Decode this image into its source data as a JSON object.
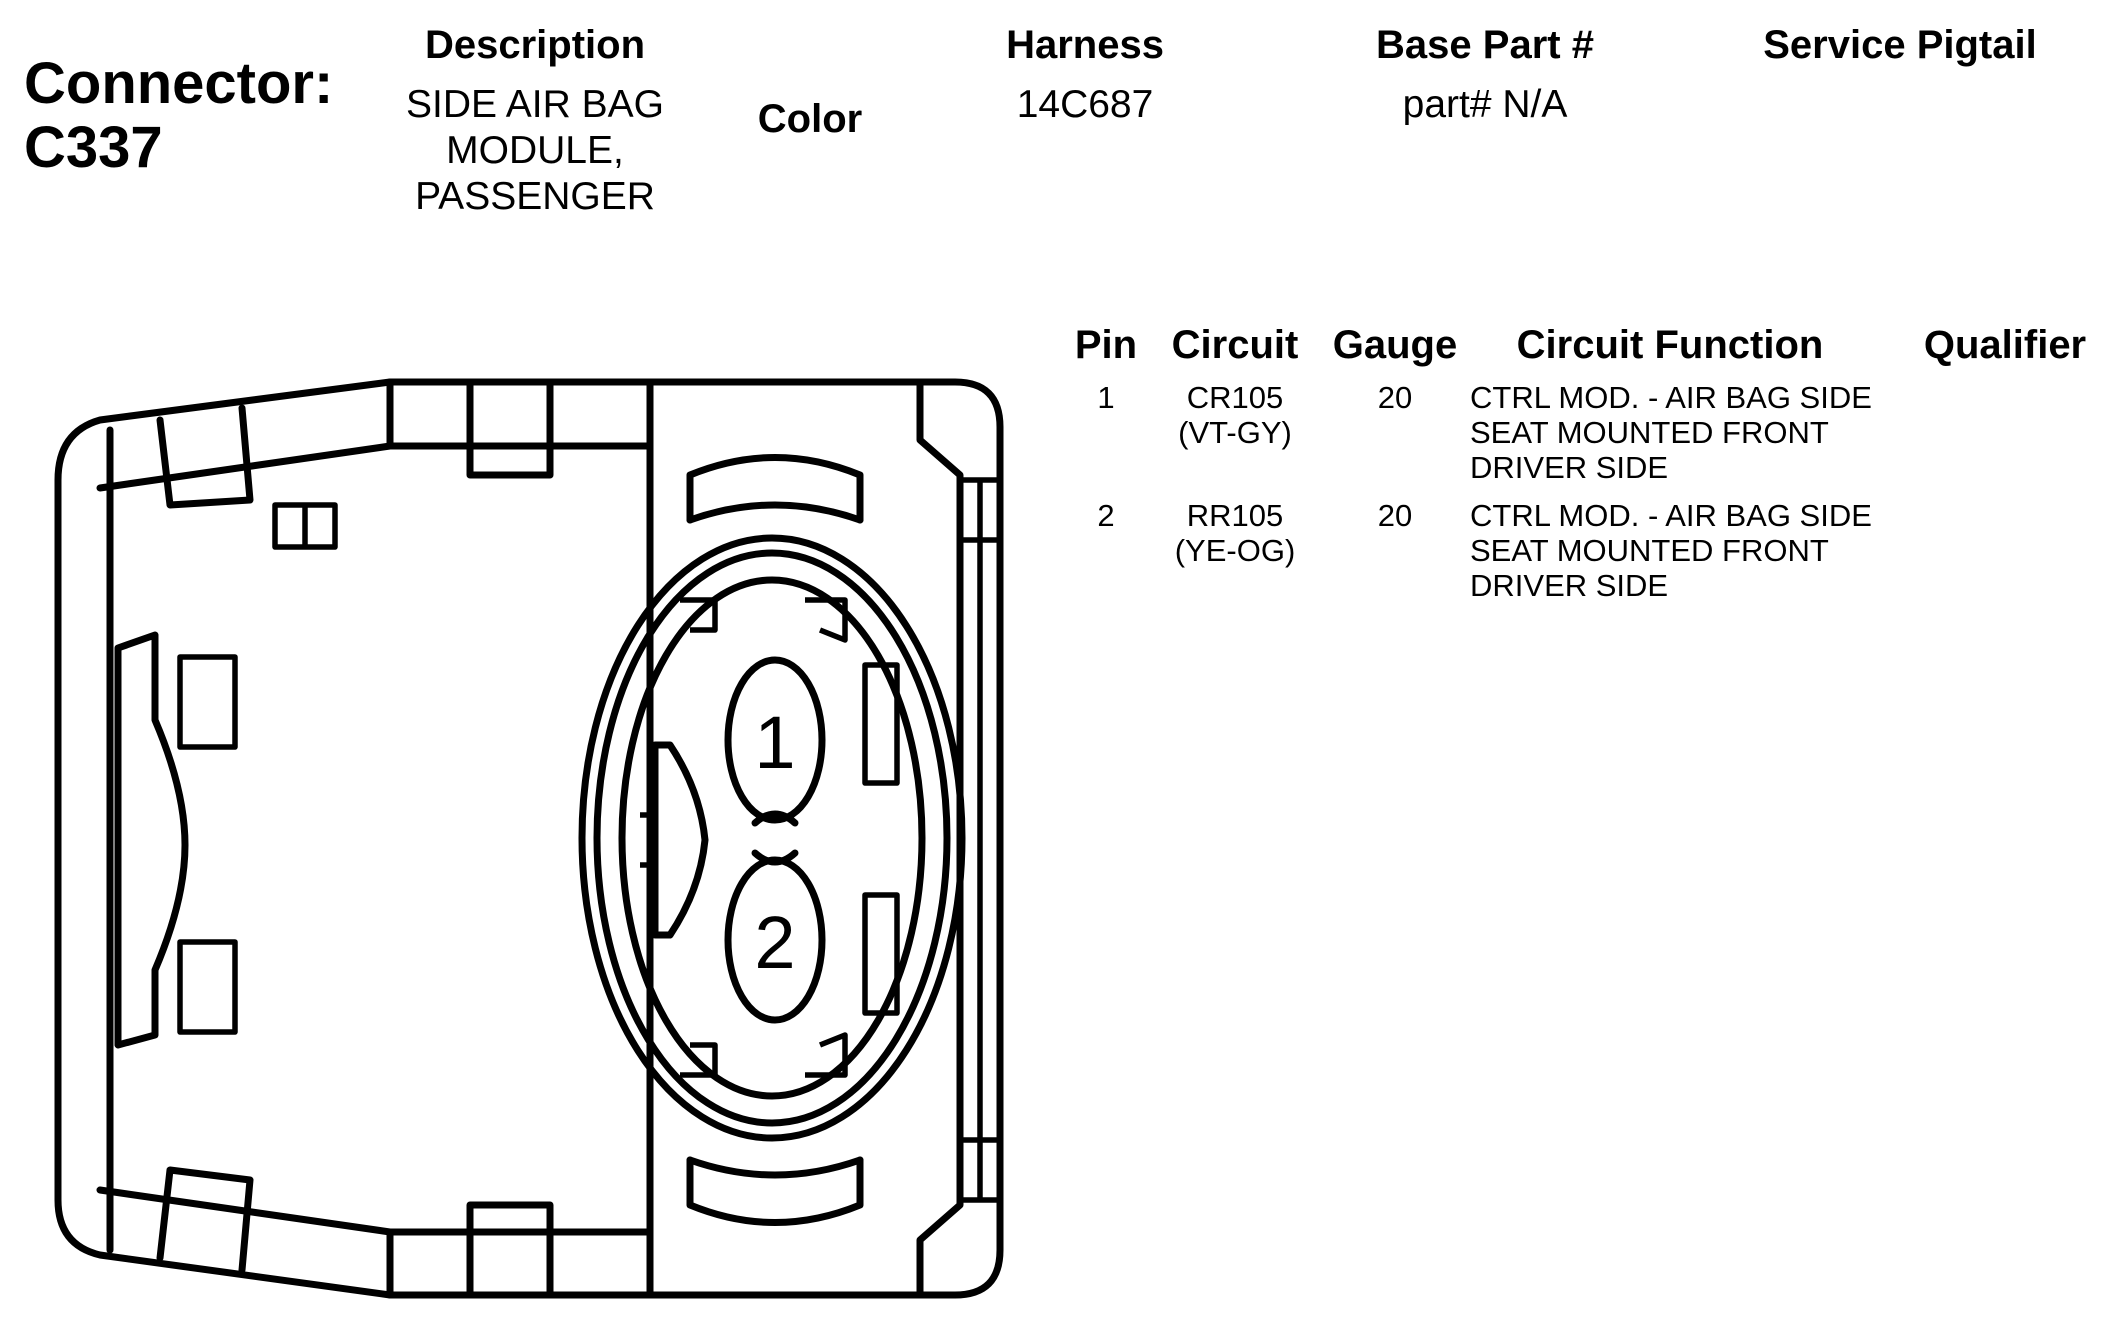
{
  "connector": {
    "title": "Connector:\nC337"
  },
  "columns": {
    "description_label": "Description",
    "description_value": "SIDE AIR BAG\nMODULE,\nPASSENGER",
    "color_label": "Color",
    "harness_label": "Harness",
    "harness_value": "14C687",
    "base_part_label": "Base Part #",
    "base_part_value": "part# N/A",
    "service_pigtail_label": "Service Pigtail"
  },
  "pin_table": {
    "headers": {
      "pin": "Pin",
      "circuit": "Circuit",
      "gauge": "Gauge",
      "circuit_function": "Circuit Function",
      "qualifier": "Qualifier"
    },
    "rows": [
      {
        "pin": "1",
        "circuit": "CR105",
        "circuit_color": "(VT-GY)",
        "gauge": "20",
        "function_lines": [
          "CTRL MOD. - AIR BAG SIDE",
          "SEAT MOUNTED FRONT",
          "DRIVER SIDE"
        ],
        "qualifier": ""
      },
      {
        "pin": "2",
        "circuit": "RR105",
        "circuit_color": "(YE-OG)",
        "gauge": "20",
        "function_lines": [
          "CTRL MOD. - AIR BAG SIDE",
          "SEAT MOUNTED FRONT",
          "DRIVER SIDE"
        ],
        "qualifier": ""
      }
    ]
  },
  "diagram": {
    "pin_labels": [
      "1",
      "2"
    ]
  }
}
